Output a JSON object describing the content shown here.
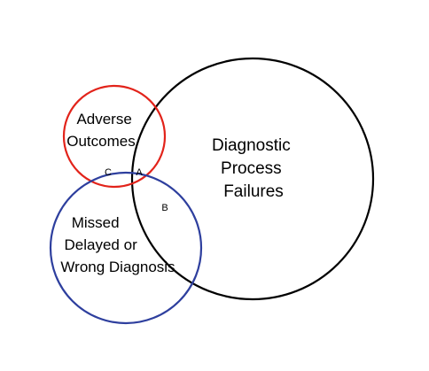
{
  "colors": {
    "diagnostic_process_circle": "#000000",
    "adverse_outcomes_circle": "#e2231a",
    "missed_diagnosis_circle": "#2e3f9e",
    "text": "#000000",
    "background": "#ffffff"
  },
  "circles": {
    "diagnostic_process": {
      "lines": [
        "Diagnostic",
        "Process",
        "Failures"
      ]
    },
    "adverse_outcomes": {
      "lines": [
        "Adverse",
        "Outcomes"
      ]
    },
    "missed_diagnosis": {
      "lines": [
        "Missed",
        "Delayed or",
        "Wrong Diagnosis"
      ]
    }
  },
  "regions": {
    "a": "A",
    "b": "B",
    "c": "C"
  }
}
